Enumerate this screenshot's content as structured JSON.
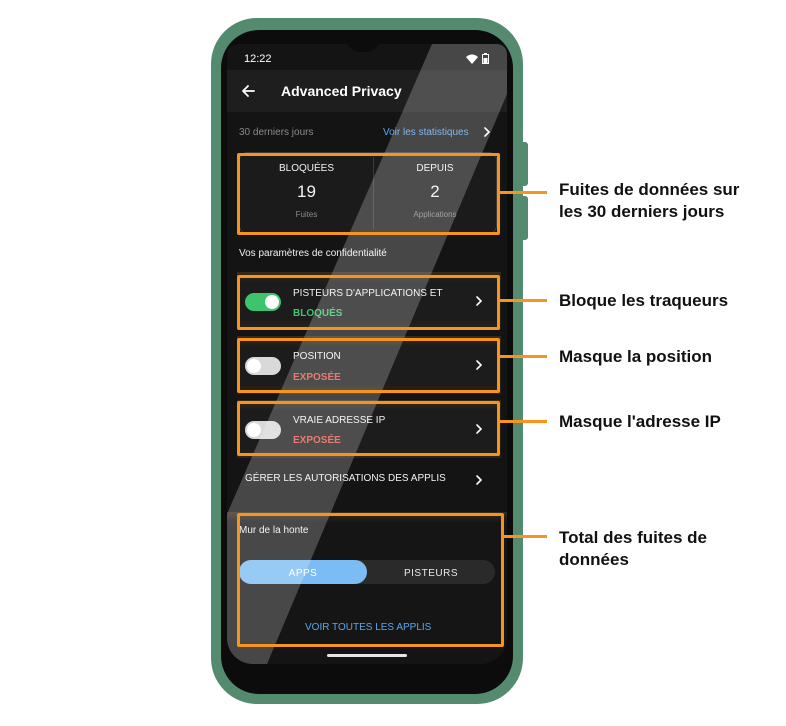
{
  "status": {
    "time": "12:22"
  },
  "appbar": {
    "title": "Advanced Privacy"
  },
  "period": {
    "label": "30 derniers jours",
    "stats_link": "Voir les statistiques"
  },
  "stats": {
    "left": {
      "header": "BLOQUÉES",
      "value": "19",
      "caption": "Fuites"
    },
    "right": {
      "header": "DEPUIS",
      "value": "2",
      "caption": "Applications"
    }
  },
  "settings": {
    "section_title": "Vos paramètres de confidentialité",
    "trackers": {
      "title": "PISTEURS D'APPLICATIONS ET",
      "status": "BLOQUÉS",
      "enabled": true
    },
    "location": {
      "title": "POSITION",
      "status": "EXPOSÉE",
      "enabled": false
    },
    "ip": {
      "title": "VRAIE ADRESSE IP",
      "status": "EXPOSÉE",
      "enabled": false
    },
    "permissions": {
      "title": "GÉRER LES AUTORISATIONS DES APPLIS"
    }
  },
  "wall": {
    "title": "Mur de la honte",
    "tab_apps": "APPS",
    "tab_trackers": "PISTEURS",
    "view_all": "VOIR TOUTES LES APPLIS"
  },
  "callouts": {
    "c1_line1": "Fuites de données sur",
    "c1_line2": "les 30 derniers jours",
    "c2": "Bloque les traqueurs",
    "c3": "Masque la position",
    "c4": "Masque l'adresse IP",
    "c5_line1": "Total des fuites de",
    "c5_line2": "données"
  },
  "colors": {
    "frame": "#548a6e",
    "accent_blue": "#5aa6ee",
    "ok_green": "#3ec46d",
    "exposed_red": "#e5574b",
    "annotation_orange": "#f7941d"
  },
  "icons": [
    "back-arrow-icon",
    "wifi-icon",
    "battery-icon",
    "chevron-right-icon"
  ]
}
